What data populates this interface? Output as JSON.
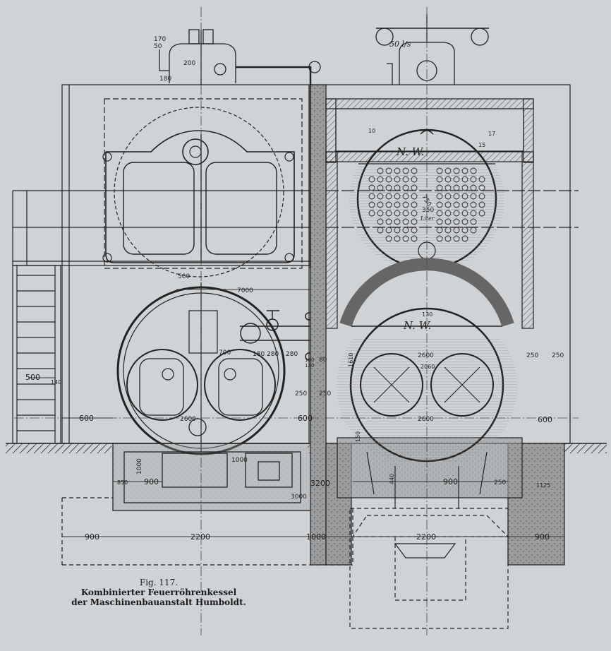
{
  "caption": {
    "figure": "Fig. 117.",
    "line1": "Kombinierter Feuerröhrenkessel",
    "line2": "der Maschinenbauanstalt Humboldt."
  },
  "labels": {
    "l_170": "170",
    "l_50": "50",
    "l_200": "200",
    "l_180": "180",
    "l_50ls": "50 l/s",
    "l_500_top": "500",
    "l_7000": "7000",
    "l_700": "700",
    "l_180b": "180",
    "l_280a": "280",
    "l_280b": "280",
    "l_100": "100",
    "l_120": "120",
    "l_80": "80",
    "l_250a": "250",
    "l_250b": "250",
    "l_2600_left": "2600",
    "l_600_left": "600",
    "l_600_mid": "600",
    "l_600_right": "600",
    "l_500_side": "500",
    "l_140": "140",
    "l_1000a": "1000",
    "l_1000b": "1000",
    "l_900_pit": "900",
    "l_850": "850",
    "l_3200": "3200",
    "l_3000": "3000",
    "l_900_bl": "900",
    "l_2200": "2200",
    "l_1000c": "1000",
    "l_2200r": "2200",
    "l_900_br": "900",
    "l_440": "440",
    "l_900_r": "900",
    "l_250_r": "250",
    "l_1125": "1125",
    "l_2600_r": "2600",
    "l_2600_r2": "2600",
    "l_2060": "2060",
    "l_1610": "1610",
    "l_150": "150",
    "l_130": "130",
    "l_250_rr": "250",
    "l_250_rr2": "250",
    "l_350": "350",
    "l_liter": "Liter",
    "l_17": "17",
    "l_15": "15",
    "l_10": "10",
    "l_nw_top": "N. W.",
    "l_nw_bot": "N. W.",
    "l_750": "750"
  }
}
